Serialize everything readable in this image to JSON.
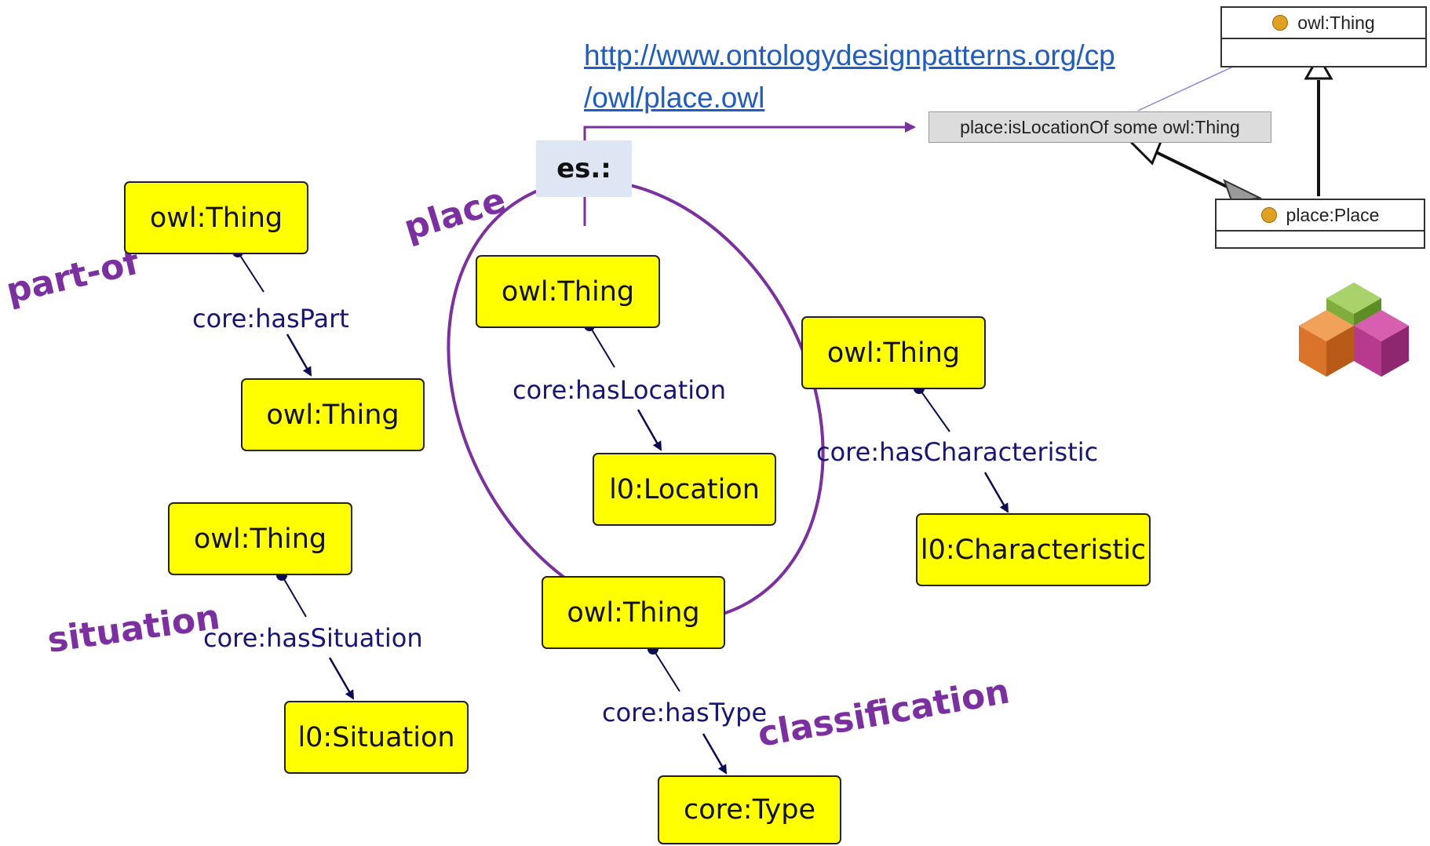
{
  "url": {
    "line1": "http://www.ontologydesignpatterns.org/cp",
    "line2": "/owl/place.owl"
  },
  "es_label": "es.:",
  "uml": {
    "top_class": "owl:Thing",
    "restriction": "place:isLocationOf some owl:Thing",
    "bottom_class": "place:Place"
  },
  "patterns": {
    "part_of": {
      "name": "part-of",
      "source": "owl:Thing",
      "property": "core:hasPart",
      "target": "owl:Thing"
    },
    "place": {
      "name": "place",
      "source": "owl:Thing",
      "property": "core:hasLocation",
      "target": "l0:Location"
    },
    "characteristic": {
      "source": "owl:Thing",
      "property": "core:hasCharacteristic",
      "target": "l0:Characteristic"
    },
    "situation": {
      "name": "situation",
      "source": "owl:Thing",
      "property": "core:hasSituation",
      "target": "l0:Situation"
    },
    "classification": {
      "name": "classification",
      "source": "owl:Thing",
      "property": "core:hasType",
      "target": "core:Type"
    }
  },
  "colors": {
    "node_fill": "#ffff00",
    "edge": "#16167a",
    "pattern_label": "#7b2fa0",
    "link": "#1f5cc4"
  },
  "logo_icon": "ontology-design-patterns-logo"
}
